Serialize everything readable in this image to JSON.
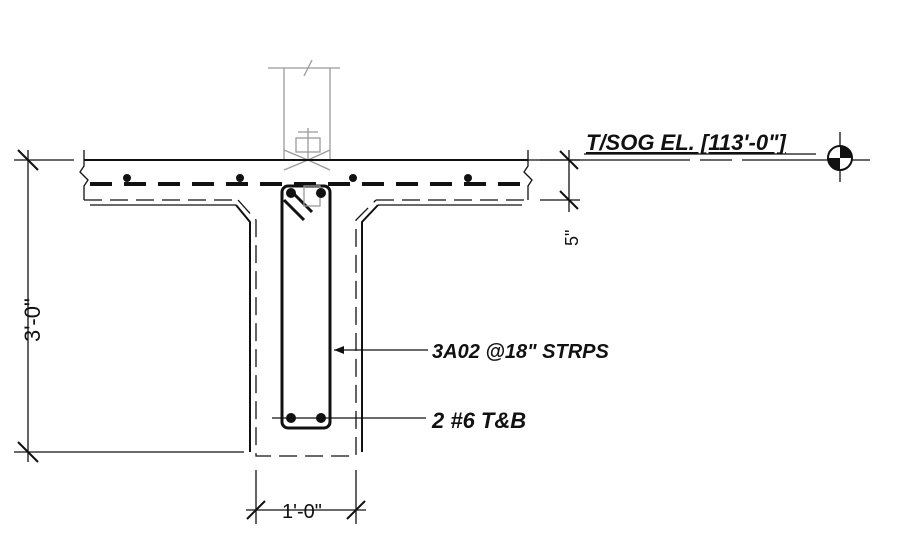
{
  "labels": {
    "elevation": "T/SOG EL. [113'-0\"]",
    "stirrups": "3A02 @18\" STRPS",
    "bars": "2 #6 T&B"
  },
  "dimensions": {
    "slab_thickness": "5\"",
    "beam_depth": "3'-0\"",
    "beam_width": "1'-0\""
  }
}
